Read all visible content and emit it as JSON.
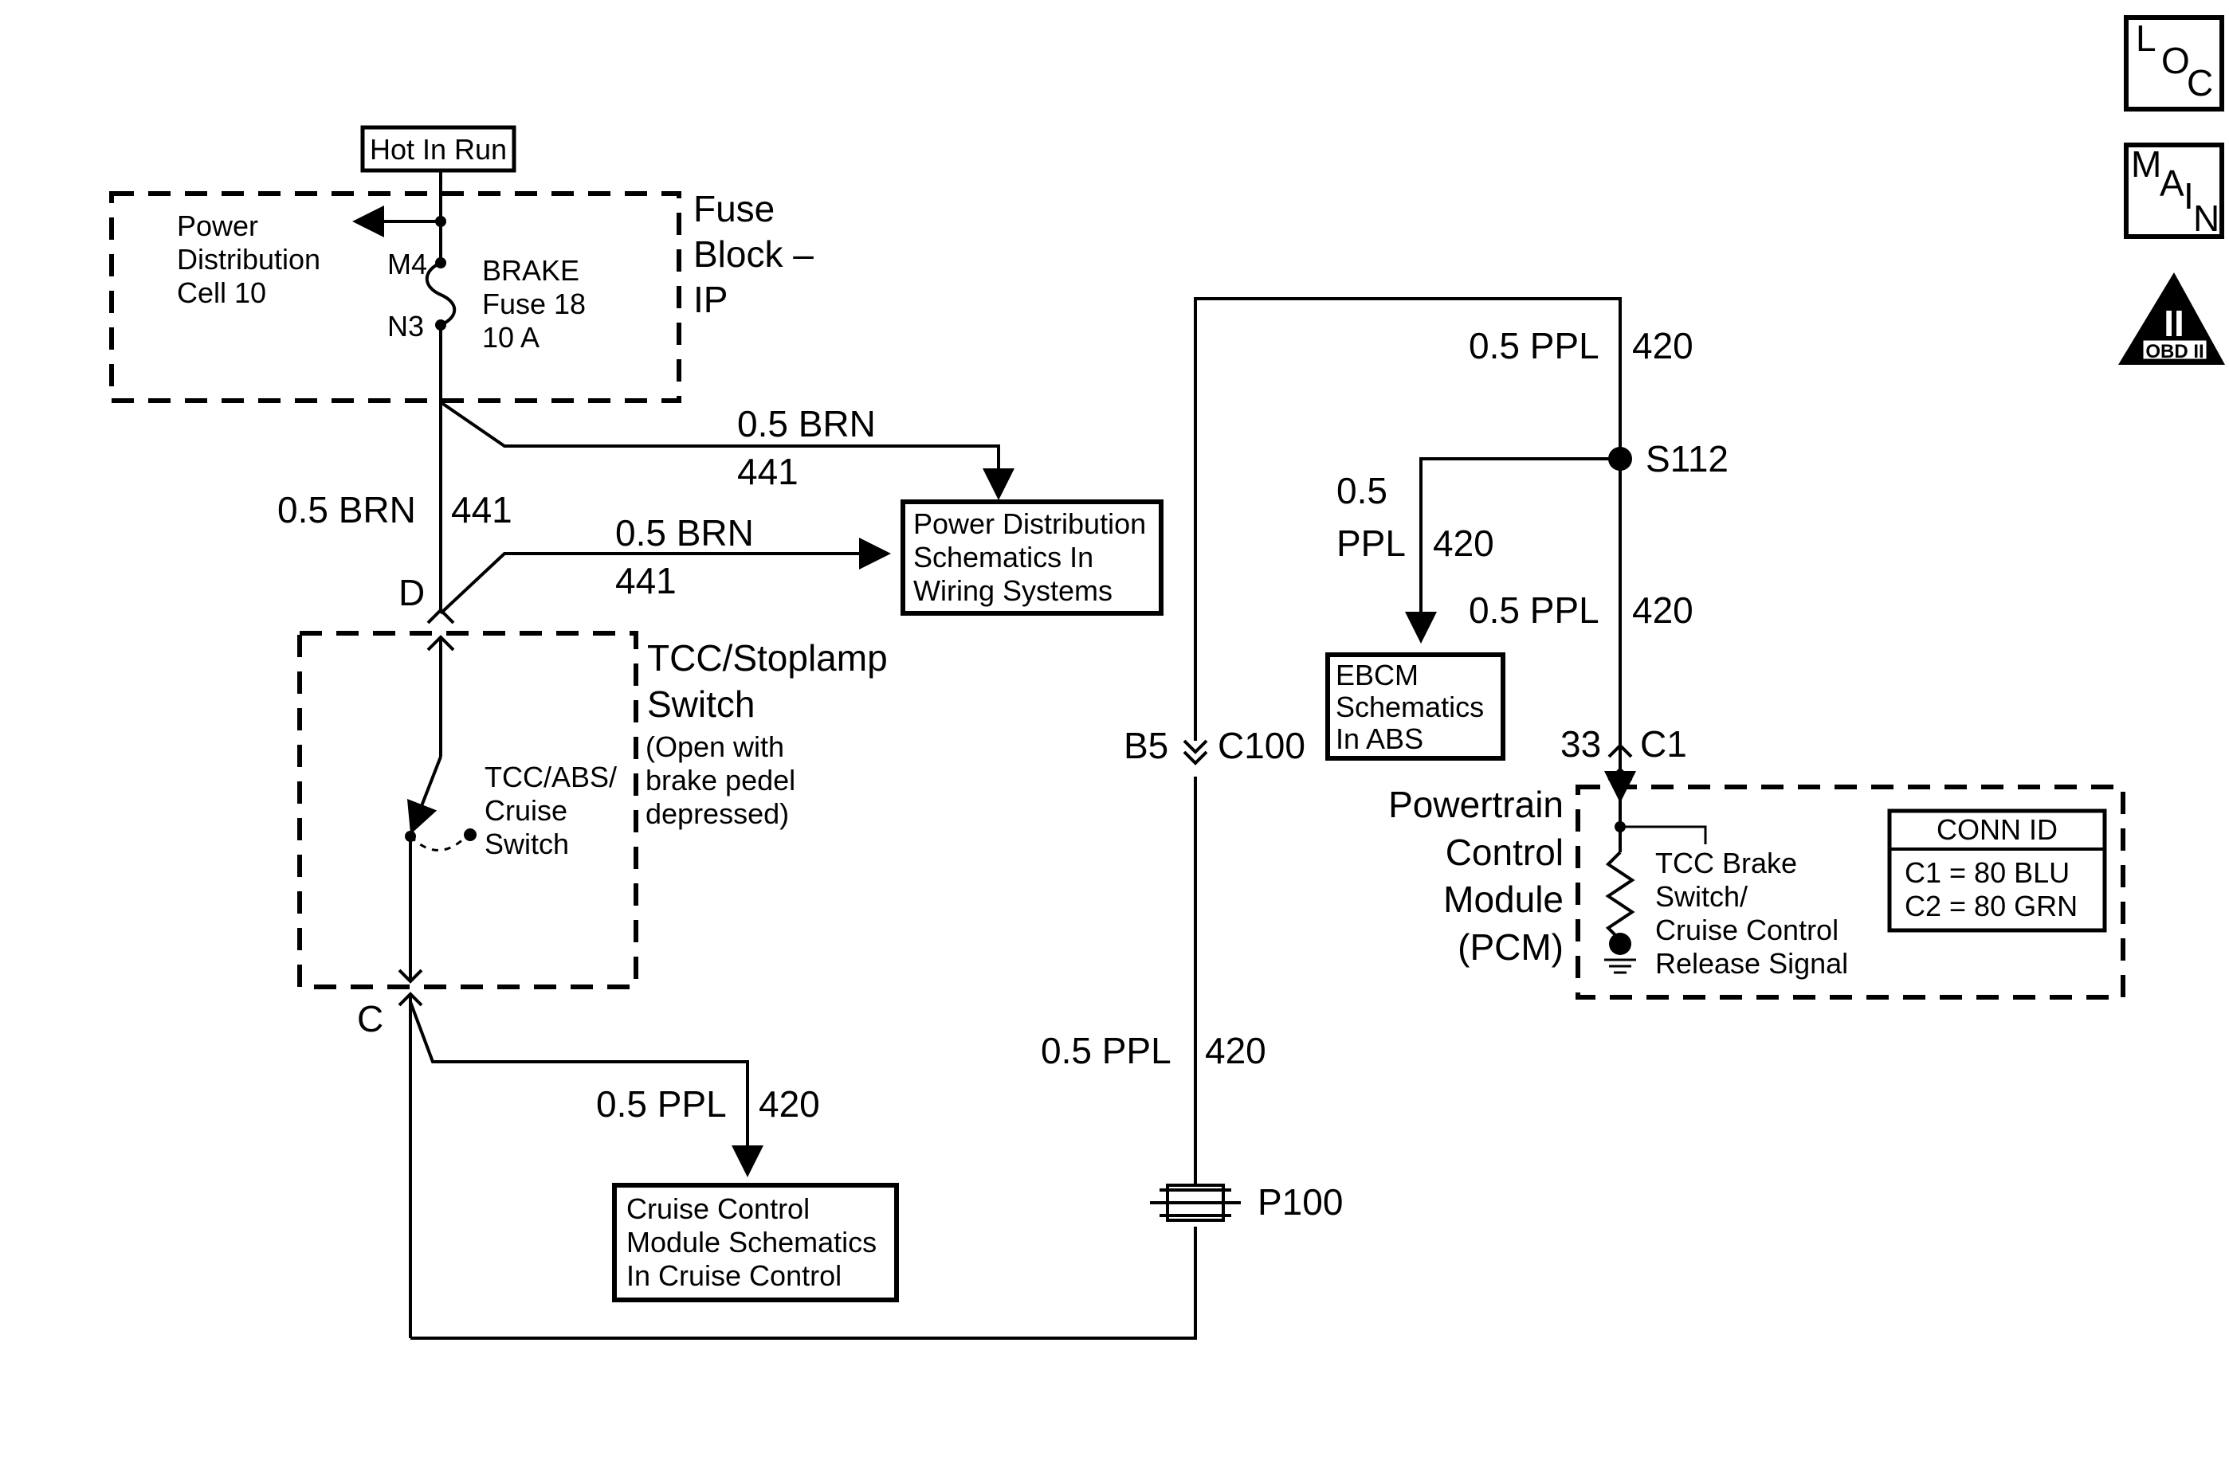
{
  "icons": {
    "loc": [
      "L",
      "O",
      "C"
    ],
    "main": [
      "M",
      "A",
      "I",
      "N"
    ],
    "obd": {
      "numeral": "II",
      "label": "OBD II"
    }
  },
  "fuse_block": {
    "supply_label": "Hot In Run",
    "power_distribution": [
      "Power",
      "Distribution",
      "Cell 10"
    ],
    "pin_in": "M4",
    "pin_out": "N3",
    "fuse": [
      "BRAKE",
      "Fuse 18",
      "10 A"
    ],
    "title": [
      "Fuse",
      "Block –",
      "IP"
    ]
  },
  "wires": {
    "brn_size_color": "0.5 BRN",
    "brn_circuit": "441",
    "ppl_size_color": "0.5 PPL",
    "ppl_circuit": "420",
    "ppl_size": "0.5",
    "ppl_color": "PPL"
  },
  "refs": {
    "power_dist": [
      "Power Distribution",
      "Schematics In",
      "Wiring Systems"
    ],
    "ebcm": [
      "EBCM",
      "Schematics",
      "In ABS"
    ],
    "cruise": [
      "Cruise Control",
      "Module Schematics",
      "In Cruise Control"
    ]
  },
  "switch": {
    "pin_top": "D",
    "pin_bottom": "C",
    "title": [
      "TCC/Stoplamp",
      "Switch"
    ],
    "note": [
      "(Open with",
      "brake pedel",
      "depressed)"
    ],
    "contact": [
      "TCC/ABS/",
      "Cruise",
      "Switch"
    ]
  },
  "connectors": {
    "c100_pin": "B5",
    "c100": "C100",
    "splice": "S112",
    "c1_pin": "33",
    "c1": "C1",
    "p100": "P100"
  },
  "pcm": {
    "title": [
      "Powertrain",
      "Control",
      "Module",
      "(PCM)"
    ],
    "input": [
      "TCC Brake",
      "Switch/",
      "Cruise Control",
      "Release Signal"
    ],
    "conn_id_title": "CONN ID",
    "conn_id_rows": [
      "C1 = 80 BLU",
      "C2 = 80 GRN"
    ]
  }
}
